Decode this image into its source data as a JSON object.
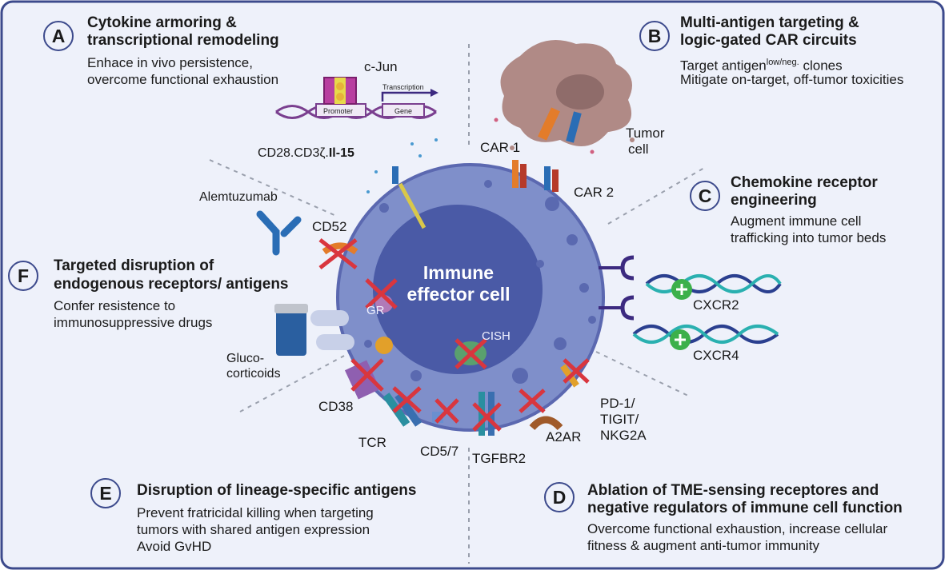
{
  "panels": {
    "A": {
      "letter": "A",
      "title_line1": "Cytokine armoring &",
      "title_line2": "transcriptional remodeling",
      "body_line1": "Enhace in vivo persistence,",
      "body_line2": "overcome functional exhaustion"
    },
    "B": {
      "letter": "B",
      "title_line1": "Multi-antigen targeting &",
      "title_line2": "logic-gated CAR circuits",
      "body_line1_pre": "Target antigen",
      "body_line1_sup": "low/neg.",
      "body_line1_post": " clones",
      "body_line2": "Mitigate on-target, off-tumor toxicities"
    },
    "C": {
      "letter": "C",
      "title_line1": "Chemokine receptor",
      "title_line2": "engineering",
      "body_line1": "Augment immune cell",
      "body_line2": "trafficking into tumor beds"
    },
    "D": {
      "letter": "D",
      "title_line1": "Ablation of TME-sensing receptores and",
      "title_line2": "negative regulators of immune cell function",
      "body_line1": "Overcome functional exhaustion, increase cellular",
      "body_line2": "fitness & augment anti-tumor immunity"
    },
    "E": {
      "letter": "E",
      "title_line1": "Disruption of lineage-specific antigens",
      "body_line1": "Prevent fratricidal killing when targeting",
      "body_line2": "tumors with shared antigen expression",
      "body_line3": "Avoid GvHD"
    },
    "F": {
      "letter": "F",
      "title_line1": "Targeted disruption of",
      "title_line2": "endogenous receptors/ antigens",
      "body_line1": "Confer resistence to",
      "body_line2": "immunosuppressive drugs"
    }
  },
  "center": {
    "line1": "Immune",
    "line2": "effector cell"
  },
  "labels": {
    "cjun": "c-Jun",
    "transcription": "Transcription",
    "promoter": "Promoter",
    "gene": "Gene",
    "il15_pre": "CD28.CD3ζ.",
    "il15_bold": "Il-15",
    "alemtuzumab": "Alemtuzumab",
    "cd52": "CD52",
    "gr": "GR",
    "cish": "CISH",
    "gluco1": "Gluco-",
    "gluco2": "corticoids",
    "cd38": "CD38",
    "tcr": "TCR",
    "cd57": "CD5/7",
    "tgfbr2": "TGFBR2",
    "a2ar": "A2AR",
    "pd1_1": "PD-1/",
    "pd1_2": "TIGIT/",
    "pd1_3": "NKG2A",
    "cxcr2": "CXCR2",
    "cxcr4": "CXCR4",
    "car1": "CAR 1",
    "car2": "CAR 2",
    "tumor1": "Tumor",
    "tumor2": "cell"
  },
  "colors": {
    "frame": "#3c4a8c",
    "cell_outer": "#7f8fca",
    "cell_inner": "#4a5aa6",
    "background": "#eef1fa",
    "cross": "#d9363e"
  }
}
